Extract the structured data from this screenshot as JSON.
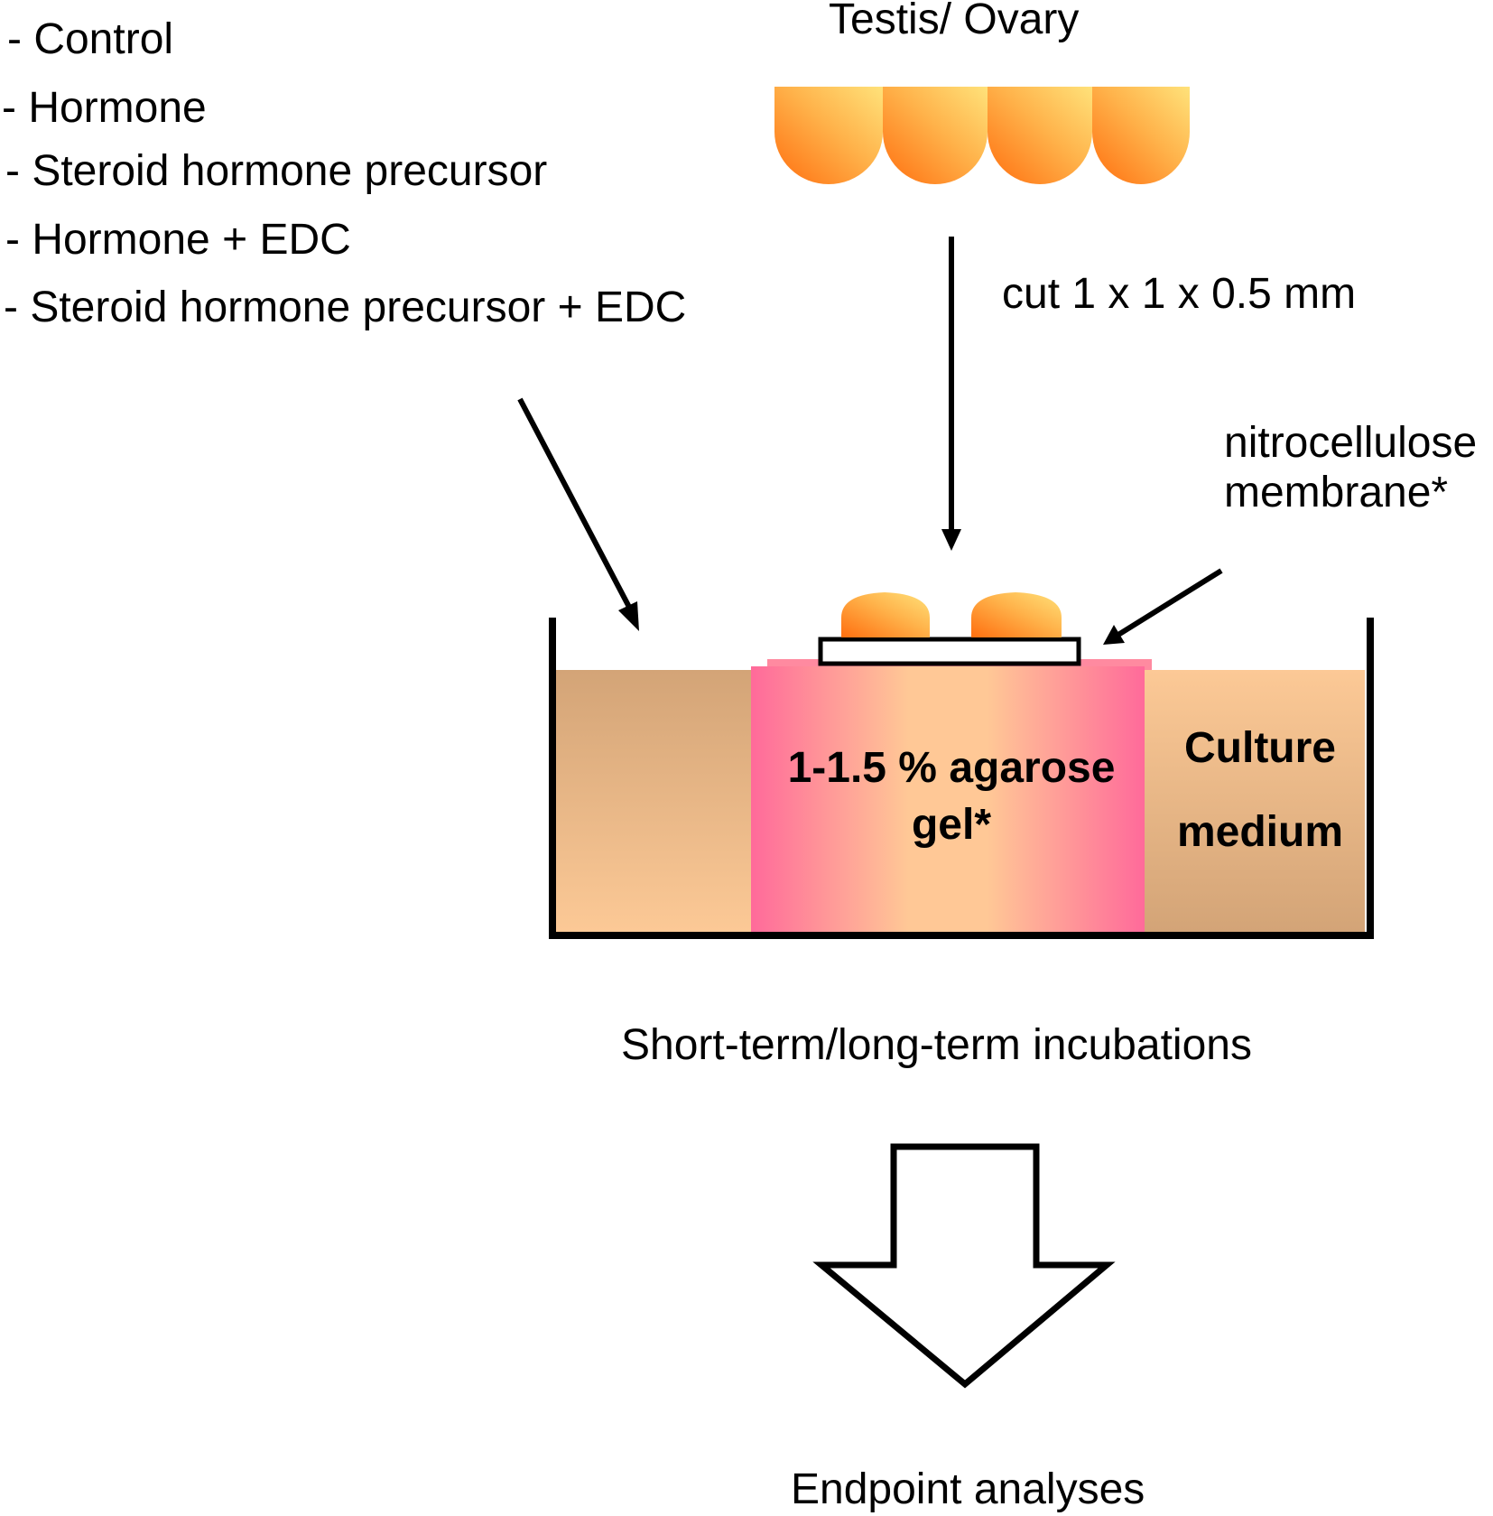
{
  "treatments": [
    "- Control",
    "- Hormone",
    "- Steroid hormone precursor",
    "- Hormone + EDC",
    "- Steroid hormone precursor + EDC"
  ],
  "organ_label": "Testis/ Ovary",
  "cut_label": "cut 1 x 1 x 0.5 mm",
  "membrane_label": [
    "nitrocellulose",
    "membrane*"
  ],
  "gel_label": [
    "1-1.5 % agarose",
    "gel*"
  ],
  "medium_label": [
    "Culture",
    "medium"
  ],
  "incubation_label": "Short-term/long-term incubations",
  "endpoint_label": "Endpoint analyses",
  "colors": {
    "tissue_dark": "#ff7a1a",
    "tissue_light": "#ffe070",
    "medium_dark": "#d4a679",
    "medium_light": "#fcc896",
    "gel_pink": "#ff6a9a",
    "gel_center": "#ffc896"
  }
}
